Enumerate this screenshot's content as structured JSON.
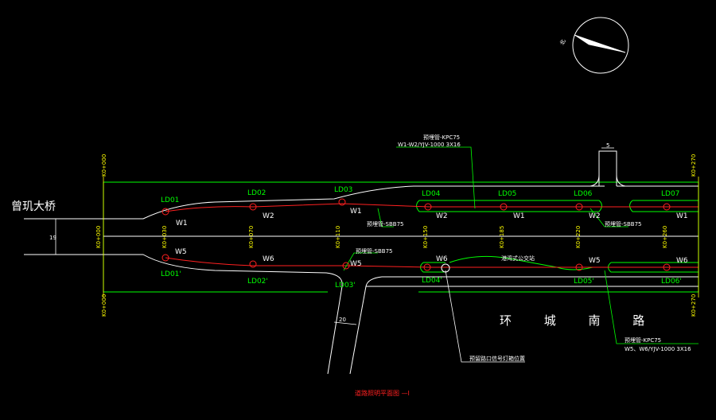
{
  "bridge_label": "曾玑大桥",
  "road_label": "环 城 南 路",
  "drawing_title": "道路照明平面图 —I",
  "dim_road_width": "19",
  "dim_side_road": "20",
  "dim_branch": "5",
  "stations": {
    "k0000_top": "K0+000",
    "k0000_bot": "K0+000",
    "k0000_mid": "K0+000",
    "k0030": "K0+030",
    "k0070": "K0+070",
    "k0110": "K0+110",
    "k0150": "K0+150",
    "k0185": "K0+185",
    "k0220": "K0+220",
    "k0260": "K0+260",
    "k0270_top": "K0+270",
    "k0270_bot": "K0+270"
  },
  "cabinet_labels": {
    "ld01": "LD01",
    "ld02": "LD02",
    "ld03": "LD03",
    "ld04": "LD04",
    "ld05": "LD05",
    "ld06": "LD06",
    "ld07": "LD07",
    "ld01p": "LD01'",
    "ld02p": "LD02'",
    "ld03p": "LD03'",
    "ld04p": "LD04'",
    "ld05p": "LD05'",
    "ld06p": "LD06'"
  },
  "circuit_labels": {
    "top_w1a": "W1",
    "top_w2a": "W2",
    "top_w1b": "W1",
    "top_w2b": "W2",
    "top_w1c": "W1",
    "top_w2c": "W2",
    "top_w1d": "W1",
    "bot_w5a": "W5",
    "bot_w6a": "W6",
    "bot_w5b": "W5",
    "bot_w6b": "W6",
    "bot_w5c": "W5",
    "bot_w6c": "W6"
  },
  "callouts": {
    "conduit_top": "预埋管-KPC75",
    "cable_top": "W1-W2/YJV-1000 3X16",
    "conduit_left_top": "预埋管-SBB75",
    "conduit_left_bot": "预埋管-SBB75",
    "conduit_right_top": "预埋管-SBB75",
    "conduit_bottom": "预埋管-KPC75",
    "cable_bottom": "W5、W6/YJV-1000 3X16",
    "bus_stop": "港湾式公交站",
    "signal_cabinet": "预留路口信号灯箱位置"
  },
  "colors": {
    "curb": "#00ff00",
    "edge": "#ffffff",
    "cable": "#ff2020",
    "station": "#ffff00"
  }
}
